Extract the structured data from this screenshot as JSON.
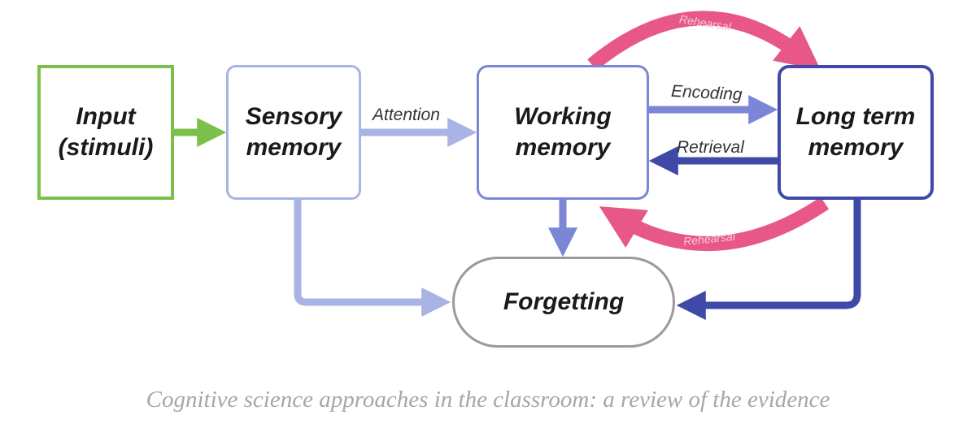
{
  "diagram": {
    "nodes": {
      "input": {
        "line1": "Input",
        "line2": "(stimuli)"
      },
      "sensory": {
        "line1": "Sensory",
        "line2": "memory"
      },
      "working": {
        "line1": "Working",
        "line2": "memory"
      },
      "ltm": {
        "line1": "Long term",
        "line2": "memory"
      },
      "forgetting": {
        "label": "Forgetting"
      }
    },
    "edges": {
      "attention": "Attention",
      "encoding": "Encoding",
      "retrieval": "Retrieval",
      "rehearsal_top": "Rehearsal",
      "rehearsal_bottom": "Rehearsal"
    },
    "colors": {
      "input_green": "#7cc04b",
      "sensory_light": "#a9b3e6",
      "working_mid": "#7b86d6",
      "ltm_dark": "#3f4aa8",
      "rehearsal_pink": "#e8578a",
      "forgetting_gray": "#9a9a9a"
    }
  },
  "caption": "Cognitive science approaches in the classroom: a review of the evidence"
}
